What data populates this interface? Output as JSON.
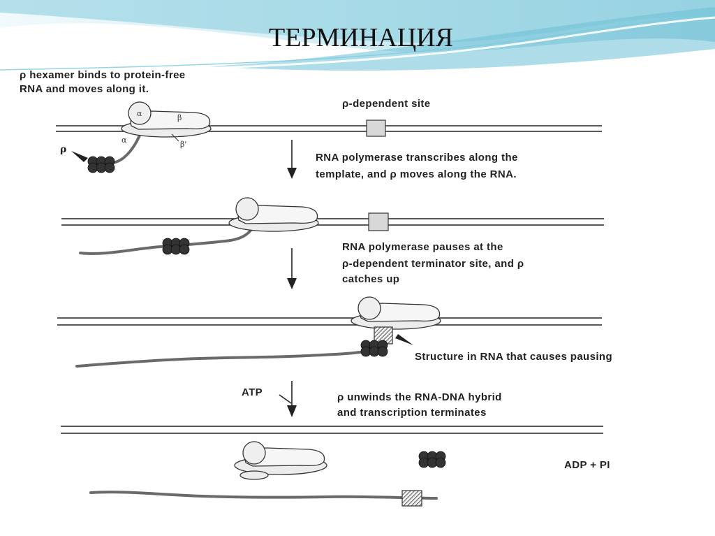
{
  "title": "ТЕРМИНАЦИЯ",
  "step1": {
    "lines": [
      "ρ hexamer binds to protein-free",
      "RNA and moves along it."
    ]
  },
  "step2": {
    "lines": [
      "RNA polymerase transcribes along the",
      "template, and ρ moves along the RNA."
    ]
  },
  "step3": {
    "lines": [
      "RNA polymerase pauses at the",
      "ρ-dependent terminator site, and ρ",
      "catches up"
    ]
  },
  "step4": {
    "lines": [
      "ρ unwinds the RNA-DNA hybrid",
      "and transcription terminates"
    ]
  },
  "labels": {
    "rho_site": "ρ-dependent site",
    "pausing_structure": "Structure in RNA that causes pausing",
    "atp": "ATP",
    "adp_pi": "ADP + PI",
    "rho": "ρ",
    "alpha": "α",
    "beta": "β",
    "alpha_lower": "α",
    "beta_prime": "β'"
  },
  "colors": {
    "wave_light": "#cfeaf2",
    "wave_mid": "#8ccfe0",
    "wave_dark": "#5bb3cc",
    "rna": "#6a6a6a",
    "hexamer": "#333333"
  }
}
